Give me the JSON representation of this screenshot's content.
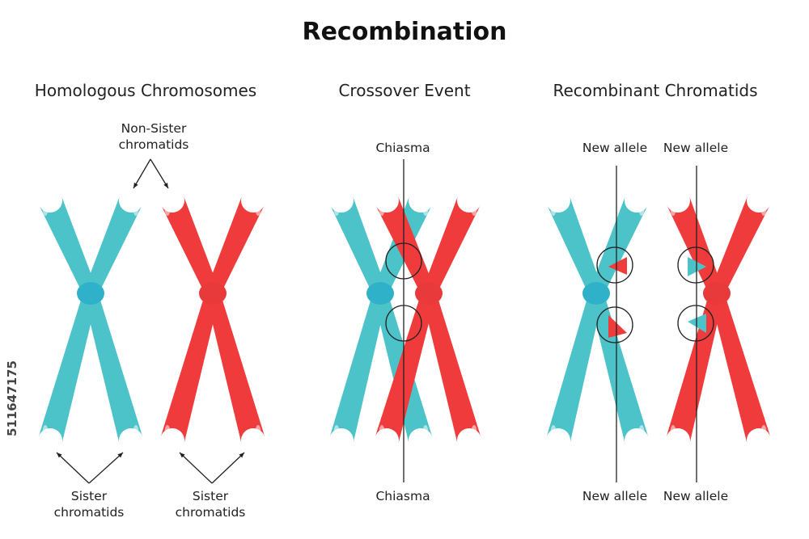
{
  "title": "Recombination",
  "panels": [
    {
      "heading": "Homologous Chromosomes"
    },
    {
      "heading": "Crossover Event"
    },
    {
      "heading": "Recombinant Chromatids"
    }
  ],
  "labels": {
    "non_sister_line1": "Non-Sister",
    "non_sister_line2": "chromatids",
    "sister_left_line1": "Sister",
    "sister_left_line2": "chromatids",
    "sister_right_line1": "Sister",
    "sister_right_line2": "chromatids",
    "chiasma_top": "Chiasma",
    "chiasma_bottom": "Chiasma",
    "new_allele_top_left": "New allele",
    "new_allele_top_right": "New allele",
    "new_allele_bottom_left": "New allele",
    "new_allele_bottom_right": "New allele"
  },
  "stock_id": "511647175",
  "colors": {
    "teal": "#4cc3c9",
    "teal_dark": "#2ea7b1",
    "centromere_teal": "#2fb2c9",
    "red": "#ef3b3b",
    "red_dark": "#d62b2b",
    "centromere_red": "#e83a3a",
    "line": "#222222"
  }
}
